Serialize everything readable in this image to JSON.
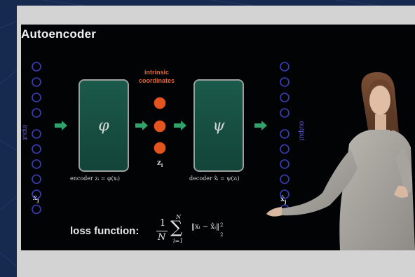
{
  "slide": {
    "title": "Autoencoder",
    "input_label": "input",
    "output_label": "output",
    "encoder_symbol": "φ",
    "decoder_symbol": "ψ",
    "latent_label_line1": "intrinsic",
    "latent_label_line2": "coordinates",
    "latent_var": "z",
    "latent_var_sub": "i",
    "input_var": "x",
    "input_var_sub": "j",
    "output_var": "x̂",
    "output_var_sub": "j",
    "encoder_caption": "encoder zᵢ = φ(xᵢ)",
    "decoder_caption": "decoder x̂ᵢ = ψ(zᵢ)",
    "loss_label": "loss function:",
    "loss_formula": {
      "numerator": "1",
      "denominator": "N",
      "sum_top": "N",
      "sum_bottom": "i=1",
      "term": "‖xᵢ − x̂ᵢ‖",
      "sub": "2",
      "sup": "2"
    }
  },
  "colors": {
    "node_blue": "#3a3fb8",
    "node_orange": "#e5531f",
    "arrow_green": "#2fa36a",
    "box_fill": "#1a5446",
    "background_blue": "#16294f"
  },
  "counts": {
    "input_nodes": 10,
    "latent_nodes": 3,
    "output_nodes": 10
  }
}
